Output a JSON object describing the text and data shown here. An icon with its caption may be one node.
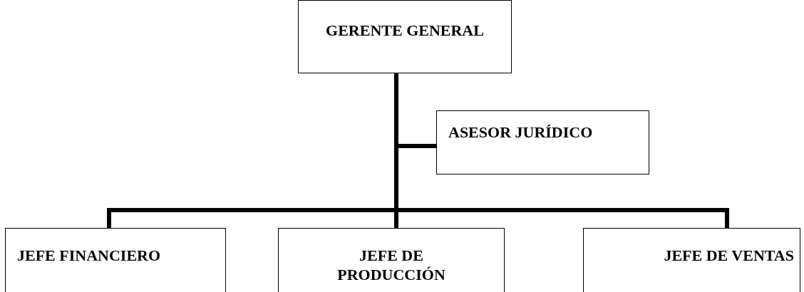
{
  "diagram": {
    "nodes": [
      {
        "text": [
          "GERENTE GENERAL"
        ]
      },
      {
        "text": [
          "ASESOR JURÍDICO"
        ]
      },
      {
        "text": [
          "JEFE FINANCIERO"
        ]
      },
      {
        "text": [
          "JEFE DE PRODUCCIÓN"
        ]
      },
      {
        "text": [
          "JEFE DE VENTAS"
        ]
      }
    ],
    "edges": [
      {
        "from": 0,
        "to": 1,
        "arrow": "none"
      },
      {
        "from": 0,
        "to": 2,
        "arrow": "none"
      },
      {
        "from": 0,
        "to": 3,
        "arrow": "none"
      },
      {
        "from": 0,
        "to": 4,
        "arrow": "none"
      }
    ]
  }
}
